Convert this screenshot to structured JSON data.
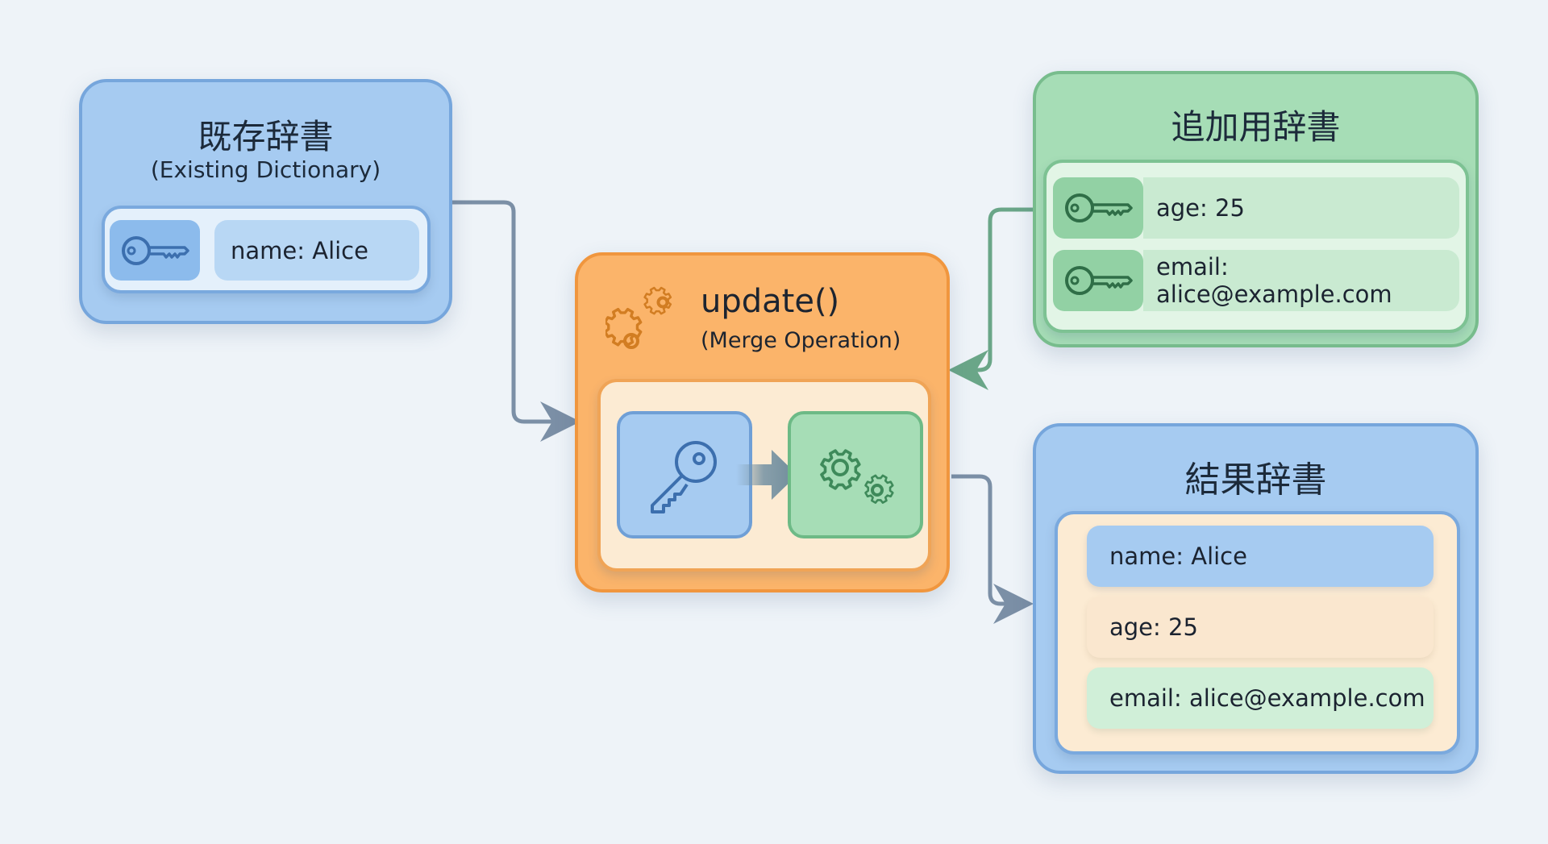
{
  "existing_dict": {
    "title": "既存辞書",
    "subtitle": "(Existing Dictionary)",
    "entries": [
      {
        "text": "name: Alice",
        "icon": "key-icon"
      }
    ]
  },
  "additional_dict": {
    "title": "追加用辞書",
    "entries": [
      {
        "text": "age: 25",
        "icon": "key-icon"
      },
      {
        "text": "email: alice@example.com",
        "icon": "key-icon"
      }
    ]
  },
  "operation": {
    "title": "update()",
    "subtitle": "(Merge Operation)",
    "header_icon": "gears-icon",
    "flow": [
      "key-icon",
      "arrow-right-icon",
      "gears-icon"
    ]
  },
  "result_dict": {
    "title": "結果辞書",
    "entries": [
      {
        "text": "name: Alice",
        "source": "existing"
      },
      {
        "text": "age: 25",
        "source": "neutral"
      },
      {
        "text": "email: alice@example.com",
        "source": "additional"
      }
    ]
  },
  "connectors": [
    {
      "from": "existing_dict",
      "to": "operation"
    },
    {
      "from": "additional_dict",
      "to": "operation"
    },
    {
      "from": "operation",
      "to": "result_dict"
    }
  ],
  "colors": {
    "existing": "#a6cbf1",
    "additional": "#a6ddb6",
    "operation": "#fbb46a",
    "connector_blue": "#7b8fa6",
    "connector_green": "#6aa688"
  }
}
